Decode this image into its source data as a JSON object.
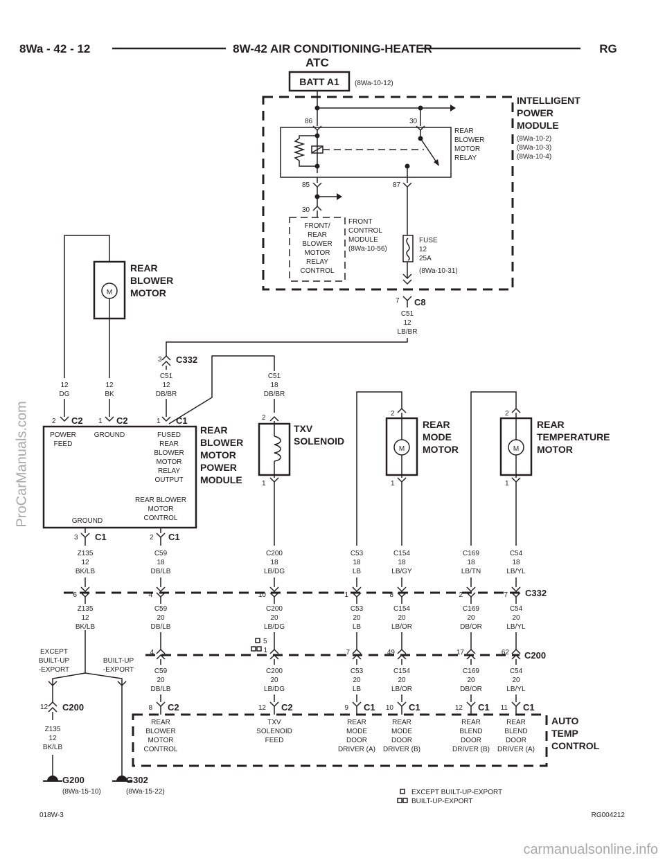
{
  "header": {
    "page": "8Wa - 42 - 12",
    "title": "8W-42 AIR CONDITIONING-HEATER",
    "code": "RG",
    "subtitle": "ATC"
  },
  "batt": {
    "label": "BATT A1",
    "ref": "(8Wa-10-12)"
  },
  "ipm": {
    "l1": "INTELLIGENT",
    "l2": "POWER",
    "l3": "MODULE",
    "r1": "(8Wa-10-2)",
    "r2": "(8Wa-10-3)",
    "r3": "(8Wa-10-4)"
  },
  "relay": {
    "l1": "REAR",
    "l2": "BLOWER",
    "l3": "MOTOR",
    "l4": "RELAY",
    "p86": "86",
    "p30": "30",
    "p85": "85",
    "p87": "87"
  },
  "fcm": {
    "pin": "30",
    "box1": "FRONT/",
    "box2": "REAR",
    "box3": "BLOWER",
    "box4": "MOTOR",
    "box5": "RELAY",
    "box6": "CONTROL",
    "n1": "FRONT",
    "n2": "CONTROL",
    "n3": "MODULE",
    "n4": "(8Wa-10-56)"
  },
  "fuse": {
    "l1": "FUSE",
    "l2": "12",
    "l3": "25A",
    "l4": "(8Wa-10-31)"
  },
  "c8": {
    "pin": "7",
    "name": "C8",
    "w1": "C51",
    "w2": "12",
    "w3": "LB/BR"
  },
  "motor": {
    "l1": "REAR",
    "l2": "BLOWER",
    "l3": "MOTOR",
    "sym": "M"
  },
  "c332top": {
    "pin": "3",
    "name": "C332"
  },
  "wires_top": [
    {
      "id": "12",
      "c": "DG"
    },
    {
      "id": "12",
      "c": "BK"
    },
    {
      "id": "C51",
      "g": "12",
      "c": "DB/BR"
    },
    {
      "id": "C51",
      "g": "18",
      "c": "DB/BR"
    }
  ],
  "pm": {
    "p1": "2",
    "c1": "C2",
    "p2": "1",
    "c2": "C2",
    "p3": "1",
    "c3": "C1",
    "feed1": "POWER",
    "feed2": "FEED",
    "gnd": "GROUND",
    "fr1": "FUSED",
    "fr2": "REAR",
    "fr3": "BLOWER",
    "fr4": "MOTOR",
    "fr5": "RELAY",
    "fr6": "OUTPUT",
    "rc1": "REAR BLOWER",
    "rc2": "MOTOR",
    "rc3": "CONTROL",
    "gnd2": "GROUND",
    "t1": "REAR",
    "t2": "BLOWER",
    "t3": "MOTOR",
    "t4": "POWER",
    "t5": "MODULE",
    "b1": "3",
    "bc1": "C1",
    "b2": "2",
    "bc2": "C1"
  },
  "txv": {
    "l1": "TXV",
    "l2": "SOLENOID",
    "p2": "2",
    "p1": "1"
  },
  "mode": {
    "l1": "REAR",
    "l2": "MODE",
    "l3": "MOTOR",
    "p2": "2",
    "p1": "1",
    "sym": "M"
  },
  "temp": {
    "l1": "REAR",
    "l2": "TEMPERATURE",
    "l3": "MOTOR",
    "p2": "2",
    "p1": "1",
    "sym": "M"
  },
  "row1": [
    {
      "id": "Z135",
      "g": "12",
      "c": "BK/LB"
    },
    {
      "id": "C59",
      "g": "18",
      "c": "DB/LB"
    },
    {
      "id": "C200",
      "g": "18",
      "c": "LB/DG"
    },
    {
      "id": "C53",
      "g": "18",
      "c": "LB"
    },
    {
      "id": "C154",
      "g": "18",
      "c": "LB/GY"
    },
    {
      "id": "C169",
      "g": "18",
      "c": "LB/TN"
    },
    {
      "id": "C54",
      "g": "18",
      "c": "LB/YL"
    }
  ],
  "c332pins": [
    "6",
    "4",
    "10",
    "1",
    "8",
    "2",
    "7"
  ],
  "c332name": "C332",
  "row2": [
    {
      "id": "Z135",
      "g": "12",
      "c": "BK/LB"
    },
    {
      "id": "C59",
      "g": "20",
      "c": "DB/LB"
    },
    {
      "id": "C200",
      "g": "20",
      "c": "LB/DG"
    },
    {
      "id": "C53",
      "g": "20",
      "c": "LB"
    },
    {
      "id": "C154",
      "g": "20",
      "c": "LB/OR"
    },
    {
      "id": "C169",
      "g": "20",
      "c": "DB/OR"
    },
    {
      "id": "C54",
      "g": "20",
      "c": "LB/YL"
    }
  ],
  "c200pins": [
    "4",
    "1",
    "7",
    "49",
    "17",
    "62"
  ],
  "c200alt": "5",
  "c200name": "C200",
  "row3": [
    {
      "id": "C59",
      "g": "20",
      "c": "DB/LB"
    },
    {
      "id": "C200",
      "g": "20",
      "c": "LB/DG"
    },
    {
      "id": "C53",
      "g": "20",
      "c": "LB"
    },
    {
      "id": "C154",
      "g": "20",
      "c": "LB/OR"
    },
    {
      "id": "C169",
      "g": "20",
      "c": "DB/OR"
    },
    {
      "id": "C54",
      "g": "20",
      "c": "LB/YL"
    }
  ],
  "split": {
    "e1": "EXCEPT",
    "e2": "BUILT-UP",
    "e3": "-EXPORT",
    "b1": "BUILT-UP",
    "b2": "-EXPORT"
  },
  "c200left": {
    "pin": "12",
    "name": "C200",
    "w1": "Z135",
    "w2": "12",
    "w3": "BK/LB"
  },
  "atc": {
    "t1": "AUTO",
    "t2": "TEMP",
    "t3": "CONTROL",
    "pins": [
      {
        "p": "8",
        "c": "C2",
        "a": "REAR",
        "b": "BLOWER",
        "d": "MOTOR",
        "e": "CONTROL"
      },
      {
        "p": "12",
        "c": "C2",
        "a": "TXV",
        "b": "SOLENOID",
        "d": "FEED",
        "e": ""
      },
      {
        "p": "9",
        "c": "C1",
        "a": "REAR",
        "b": "MODE",
        "d": "DOOR",
        "e": "DRIVER (A)"
      },
      {
        "p": "10",
        "c": "C1",
        "a": "REAR",
        "b": "MODE",
        "d": "DOOR",
        "e": "DRIVER (B)"
      },
      {
        "p": "12",
        "c": "C1",
        "a": "REAR",
        "b": "BLEND",
        "d": "DOOR",
        "e": "DRIVER (B)"
      },
      {
        "p": "11",
        "c": "C1",
        "a": "REAR",
        "b": "BLEND",
        "d": "DOOR",
        "e": "DRIVER (A)"
      }
    ]
  },
  "grounds": {
    "g1": "G200",
    "r1": "(8Wa-15-10)",
    "g2": "G302",
    "r2": "(8Wa-15-22)"
  },
  "legend": {
    "l1": "EXCEPT BUILT-UP-EXPORT",
    "l2": "BUILT-UP-EXPORT"
  },
  "footer": {
    "left": "018W-3",
    "right": "RG004212"
  },
  "watermark": {
    "side": "ProCarManuals.com",
    "bottom": "carmanualsonline.info"
  }
}
